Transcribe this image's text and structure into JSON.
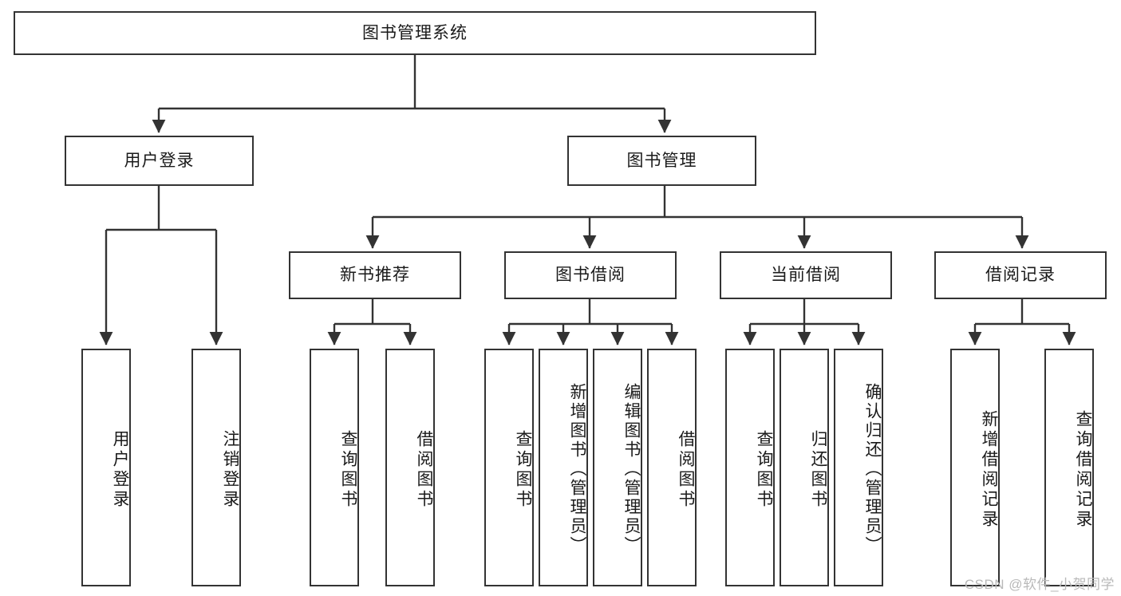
{
  "diagram": {
    "type": "tree-flowchart",
    "title": "图书管理系统",
    "orientation": "top-down",
    "levels": 4,
    "colors": {
      "box_border": "#333333",
      "box_fill": "#ffffff",
      "connector": "#333333",
      "text": "#1a1a1a",
      "watermark": "#b9b9b9",
      "background": "#ffffff"
    },
    "root": {
      "label": "图书管理系统"
    },
    "level2": [
      {
        "label": "用户登录"
      },
      {
        "label": "图书管理"
      }
    ],
    "level3": [
      {
        "label": "新书推荐"
      },
      {
        "label": "图书借阅"
      },
      {
        "label": "当前借阅"
      },
      {
        "label": "借阅记录"
      }
    ],
    "leaves": {
      "user_login": [
        {
          "label": "用户登录"
        },
        {
          "label": "注销登录"
        }
      ],
      "new_book_recommend": [
        {
          "label": "查询图书"
        },
        {
          "label": "借阅图书"
        }
      ],
      "book_borrow": [
        {
          "label": "查询图书"
        },
        {
          "label": "新增图书（管理员）"
        },
        {
          "label": "编辑图书（管理员）"
        },
        {
          "label": "借阅图书"
        }
      ],
      "current_borrow": [
        {
          "label": "查询图书"
        },
        {
          "label": "归还图书"
        },
        {
          "label": "确认归还（管理员）"
        }
      ],
      "borrow_records": [
        {
          "label": "新增借阅记录"
        },
        {
          "label": "查询借阅记录"
        }
      ]
    }
  },
  "watermark": {
    "text": "CSDN @软件_小贺同学"
  }
}
